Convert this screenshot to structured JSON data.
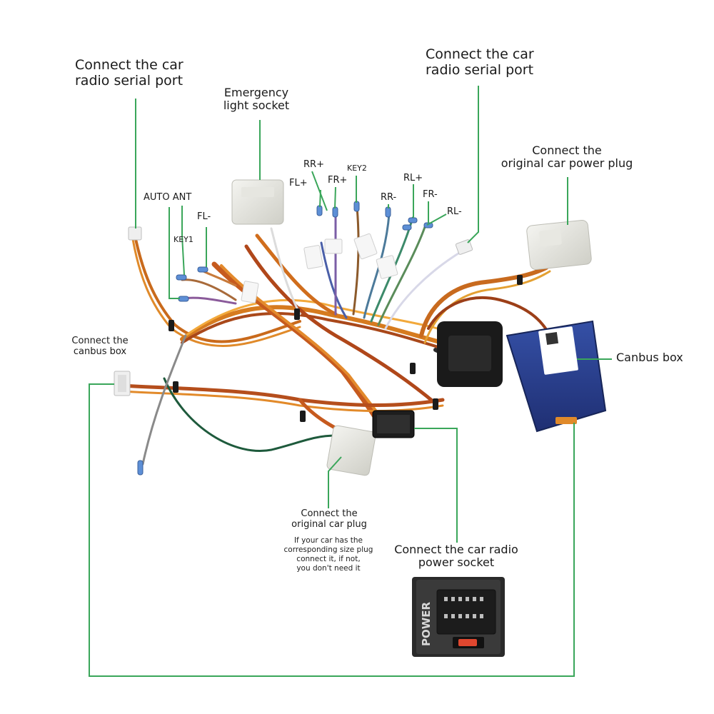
{
  "labels": {
    "radio_serial_left": [
      "Connect the car",
      "radio  serial port"
    ],
    "radio_serial_right": [
      "Connect the car",
      "radio  serial port"
    ],
    "emergency_light": [
      "Emergency",
      "light socket"
    ],
    "original_power_plug": [
      "Connect the",
      "original car power plug"
    ],
    "auto_ant": "AUTO ANT",
    "fl_minus": "FL-",
    "key1": "KEY1",
    "fl_plus": "FL+",
    "rr_plus": "RR+",
    "fr_plus": "FR+",
    "key2": "KEY2",
    "rr_minus": "RR-",
    "rl_plus": "RL+",
    "fr_minus": "FR-",
    "rl_minus": "RL-",
    "canbus_connect": [
      "Connect the",
      "canbus box"
    ],
    "canbus_box": "Canbus box",
    "original_car_plug": [
      "Connect the",
      "original car plug"
    ],
    "original_car_plug_note": [
      "If your car has the",
      "corresponding size plug",
      "connect it, if not,",
      "you don't need it"
    ],
    "radio_power_socket": [
      "Connect the car radio",
      "power socket"
    ],
    "power_socket_text": "POWER"
  },
  "colors": {
    "leader_line": "#3aa65a",
    "canbus_box": "#2a3f8f",
    "socket_body": "#2a2a2a",
    "fuse": "#e0472f"
  }
}
